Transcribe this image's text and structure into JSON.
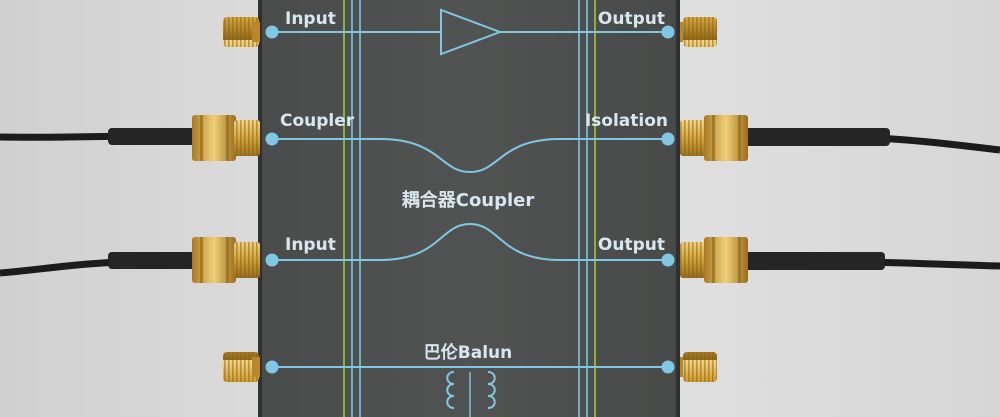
{
  "board": {
    "labels": {
      "row1_left": "Input",
      "row1_right": "Output",
      "row2_left": "Coupler",
      "row2_right": "Isolation",
      "coupler_title": "耦合器Coupler",
      "row3_left": "Input",
      "row3_right": "Output",
      "balun_title": "巴伦Balun"
    }
  },
  "colors": {
    "background": "#dcdcdc",
    "board": "#4b4d4c",
    "trace": "#7fc7e3",
    "rail": "#9cc93a",
    "label": "#d9e6ef",
    "connector_gold": "#d4a63c",
    "cable": "#1e1e1e"
  }
}
